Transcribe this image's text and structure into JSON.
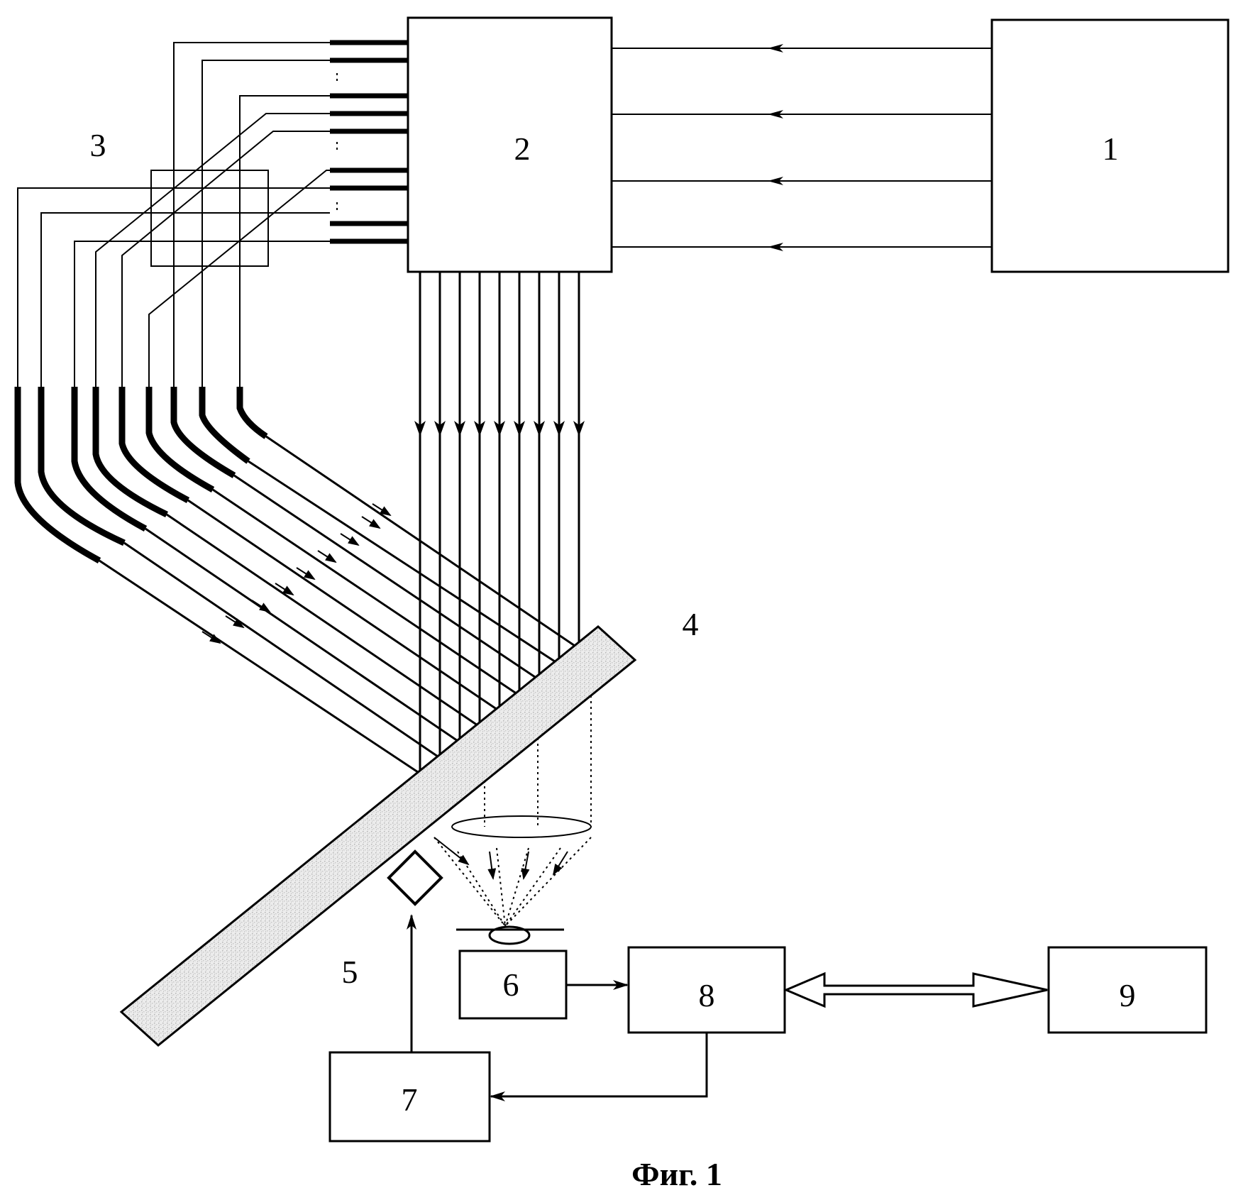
{
  "labels": {
    "block1": "1",
    "block2": "2",
    "fibers": "3",
    "plate": "4",
    "emitter": "5",
    "block6": "6",
    "block7": "7",
    "block8": "8",
    "block9": "9"
  },
  "caption": "Фиг. 1"
}
